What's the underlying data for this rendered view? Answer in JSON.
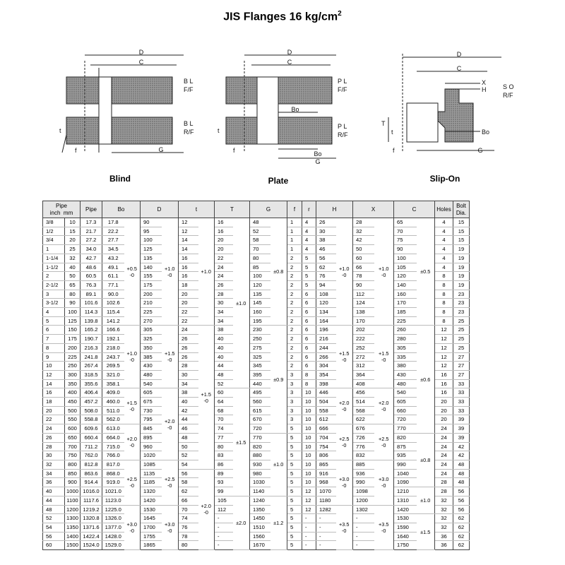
{
  "title": "JIS Flanges 16 kg/cm",
  "title_sup": "2",
  "drawings": {
    "blind": {
      "caption": "Blind",
      "dim_d": "D",
      "dim_c": "C",
      "dim_g": "G",
      "dim_t": "t",
      "dim_f": "f",
      "label_top": [
        "B L",
        "F/F"
      ],
      "label_bottom": [
        "B L",
        "R/F"
      ]
    },
    "plate": {
      "caption": "Plate",
      "dim_d": "D",
      "dim_c": "C",
      "dim_g": "G",
      "dim_bo": "Bo",
      "dim_t": "t",
      "dim_f": "f",
      "label_top": [
        "P L",
        "F/F"
      ],
      "label_bottom": [
        "P L",
        "R/F"
      ]
    },
    "slipon": {
      "caption": "Slip-On",
      "dim_d": "D",
      "dim_c": "C",
      "dim_g": "G",
      "dim_bo": "Bo",
      "dim_x": "X",
      "dim_h": "H",
      "dim_t": "T",
      "dim_t2": "t",
      "dim_f": "f",
      "label": [
        "S O",
        "R/F"
      ]
    }
  },
  "table": {
    "headers": {
      "pipe": "Pipe",
      "inch": "inch",
      "mm": "mm",
      "pipe_od": "Pipe",
      "bo": "Bo",
      "d": "D",
      "t": "t",
      "T": "T",
      "g": "G",
      "f": "f",
      "r": "r",
      "h": "H",
      "x": "X",
      "c": "C",
      "holes": "Holes",
      "bolt": [
        "Bolt",
        "Dia."
      ]
    },
    "rows": [
      [
        "3/8",
        "10",
        "17.3",
        "17.8",
        "90",
        "12",
        "16",
        "48",
        "1",
        "4",
        "26",
        "28",
        "65",
        "4",
        "15"
      ],
      [
        "1/2",
        "15",
        "21.7",
        "22.2",
        "95",
        "12",
        "16",
        "52",
        "1",
        "4",
        "30",
        "32",
        "70",
        "4",
        "15"
      ],
      [
        "3/4",
        "20",
        "27.2",
        "27.7",
        "100",
        "14",
        "20",
        "58",
        "1",
        "4",
        "38",
        "42",
        "75",
        "4",
        "15"
      ],
      [
        "1",
        "25",
        "34.0",
        "34.5",
        "125",
        "14",
        "20",
        "70",
        "1",
        "4",
        "46",
        "50",
        "90",
        "4",
        "19"
      ],
      [
        "1-1/4",
        "32",
        "42.7",
        "43.2",
        "135",
        "16",
        "22",
        "80",
        "2",
        "5",
        "56",
        "60",
        "100",
        "4",
        "19"
      ],
      [
        "1-1/2",
        "40",
        "48.6",
        "49.1",
        "140",
        "16",
        "24",
        "85",
        "2",
        "5",
        "62",
        "66",
        "105",
        "4",
        "19"
      ],
      [
        "2",
        "50",
        "60.5",
        "61.1",
        "155",
        "16",
        "24",
        "100",
        "2",
        "5",
        "76",
        "78",
        "120",
        "8",
        "19"
      ],
      [
        "2-1/2",
        "65",
        "76.3",
        "77.1",
        "175",
        "18",
        "26",
        "120",
        "2",
        "5",
        "94",
        "90",
        "140",
        "8",
        "19"
      ],
      [
        "3",
        "80",
        "89.1",
        "90.0",
        "200",
        "20",
        "28",
        "135",
        "2",
        "6",
        "108",
        "112",
        "160",
        "8",
        "23"
      ],
      [
        "3-1/2",
        "90",
        "101.6",
        "102.6",
        "210",
        "20",
        "30",
        "145",
        "2",
        "6",
        "120",
        "124",
        "170",
        "8",
        "23"
      ],
      [
        "4",
        "100",
        "114.3",
        "115.4",
        "225",
        "22",
        "34",
        "160",
        "2",
        "6",
        "134",
        "138",
        "185",
        "8",
        "23"
      ],
      [
        "5",
        "125",
        "139.8",
        "141.2",
        "270",
        "22",
        "34",
        "195",
        "2",
        "6",
        "164",
        "170",
        "225",
        "8",
        "25"
      ],
      [
        "6",
        "150",
        "165.2",
        "166.6",
        "305",
        "24",
        "38",
        "230",
        "2",
        "6",
        "196",
        "202",
        "260",
        "12",
        "25"
      ],
      [
        "7",
        "175",
        "190.7",
        "192.1",
        "325",
        "26",
        "40",
        "250",
        "2",
        "6",
        "216",
        "222",
        "280",
        "12",
        "25"
      ],
      [
        "8",
        "200",
        "216.3",
        "218.0",
        "350",
        "26",
        "40",
        "275",
        "2",
        "6",
        "244",
        "252",
        "305",
        "12",
        "25"
      ],
      [
        "9",
        "225",
        "241.8",
        "243.7",
        "385",
        "26",
        "40",
        "325",
        "2",
        "6",
        "266",
        "272",
        "335",
        "12",
        "27"
      ],
      [
        "10",
        "250",
        "267.4",
        "269.5",
        "430",
        "28",
        "44",
        "345",
        "2",
        "6",
        "304",
        "312",
        "380",
        "12",
        "27"
      ],
      [
        "12",
        "300",
        "318.5",
        "321.0",
        "480",
        "30",
        "48",
        "395",
        "3",
        "8",
        "354",
        "364",
        "430",
        "16",
        "27"
      ],
      [
        "14",
        "350",
        "355.6",
        "358.1",
        "540",
        "34",
        "52",
        "440",
        "3",
        "8",
        "398",
        "408",
        "480",
        "16",
        "33"
      ],
      [
        "16",
        "400",
        "406.4",
        "409.0",
        "605",
        "38",
        "60",
        "495",
        "3",
        "10",
        "446",
        "456",
        "540",
        "16",
        "33"
      ],
      [
        "18",
        "450",
        "457.2",
        "460.0",
        "675",
        "40",
        "64",
        "560",
        "3",
        "10",
        "504",
        "514",
        "605",
        "20",
        "33"
      ],
      [
        "20",
        "500",
        "508.0",
        "511.0",
        "730",
        "42",
        "68",
        "615",
        "3",
        "10",
        "558",
        "568",
        "660",
        "20",
        "33"
      ],
      [
        "22",
        "550",
        "558.8",
        "562.0",
        "795",
        "44",
        "70",
        "670",
        "3",
        "10",
        "612",
        "622",
        "720",
        "20",
        "39"
      ],
      [
        "24",
        "600",
        "609.6",
        "613.0",
        "845",
        "46",
        "74",
        "720",
        "5",
        "10",
        "666",
        "676",
        "770",
        "24",
        "39"
      ],
      [
        "26",
        "650",
        "660.4",
        "664.0",
        "895",
        "48",
        "77",
        "770",
        "5",
        "10",
        "704",
        "726",
        "820",
        "24",
        "39"
      ],
      [
        "28",
        "700",
        "711.2",
        "715.0",
        "960",
        "50",
        "80",
        "820",
        "5",
        "10",
        "754",
        "776",
        "875",
        "24",
        "42"
      ],
      [
        "30",
        "750",
        "762.0",
        "766.0",
        "1020",
        "52",
        "83",
        "880",
        "5",
        "10",
        "806",
        "832",
        "935",
        "24",
        "42"
      ],
      [
        "32",
        "800",
        "812.8",
        "817.0",
        "1085",
        "54",
        "86",
        "930",
        "5",
        "10",
        "865",
        "885",
        "990",
        "24",
        "48"
      ],
      [
        "34",
        "850",
        "863.6",
        "868.0",
        "1135",
        "56",
        "89",
        "980",
        "5",
        "10",
        "916",
        "936",
        "1040",
        "24",
        "48"
      ],
      [
        "36",
        "900",
        "914.4",
        "919.0",
        "1185",
        "58",
        "93",
        "1030",
        "5",
        "10",
        "968",
        "990",
        "1090",
        "28",
        "48"
      ],
      [
        "40",
        "1000",
        "1016.0",
        "1021.0",
        "1320",
        "62",
        "99",
        "1140",
        "5",
        "12",
        "1070",
        "1098",
        "1210",
        "28",
        "56"
      ],
      [
        "44",
        "1100",
        "1117.6",
        "1123.0",
        "1420",
        "66",
        "105",
        "1240",
        "5",
        "12",
        "1180",
        "1200",
        "1310",
        "32",
        "56"
      ],
      [
        "48",
        "1200",
        "1219.2",
        "1225.0",
        "1530",
        "70",
        "112",
        "1350",
        "5",
        "12",
        "1282",
        "1302",
        "1420",
        "32",
        "56"
      ],
      [
        "52",
        "1300",
        "1320.8",
        "1326.0",
        "1645",
        "74",
        "-",
        "1450",
        "5",
        "-",
        "-",
        "-",
        "1530",
        "32",
        "62"
      ],
      [
        "54",
        "1350",
        "1371.6",
        "1377.0",
        "1700",
        "76",
        "-",
        "1510",
        "5",
        "-",
        "-",
        "-",
        "1590",
        "32",
        "62"
      ],
      [
        "56",
        "1400",
        "1422.4",
        "1428.0",
        "1755",
        "78",
        "-",
        "1560",
        "5",
        "-",
        "-",
        "-",
        "1640",
        "36",
        "62"
      ],
      [
        "60",
        "1500",
        "1524.0",
        "1529.0",
        "1865",
        "80",
        "-",
        "1670",
        "5",
        "-",
        "-",
        "-",
        "1750",
        "36",
        "62"
      ]
    ],
    "tolerances": {
      "bo": [
        {
          "start": 0,
          "span": 12,
          "text": [
            "+0.5",
            "-0"
          ]
        },
        {
          "start": 12,
          "span": 7,
          "text": [
            "+1.0",
            "-0"
          ]
        },
        {
          "start": 19,
          "span": 4,
          "text": [
            "+1.5",
            "-0"
          ]
        },
        {
          "start": 23,
          "span": 4,
          "text": [
            "+2.0",
            "-0"
          ]
        },
        {
          "start": 27,
          "span": 5,
          "text": [
            "+2.5",
            "-0"
          ]
        },
        {
          "start": 32,
          "span": 5,
          "text": [
            "+3.0",
            "-0"
          ]
        }
      ],
      "d": [
        {
          "start": 0,
          "span": 12,
          "text": [
            "+1.0",
            "-0"
          ]
        },
        {
          "start": 12,
          "span": 7,
          "text": [
            "+1.5",
            "-0"
          ]
        },
        {
          "start": 19,
          "span": 8,
          "text": [
            "+2.0",
            "-0"
          ]
        },
        {
          "start": 27,
          "span": 5,
          "text": [
            "+2.5",
            "-0"
          ]
        },
        {
          "start": 32,
          "span": 5,
          "text": [
            "+3.0",
            "-0"
          ]
        }
      ],
      "t": [
        {
          "start": 0,
          "span": 12,
          "text": [
            "+1.0"
          ]
        },
        {
          "start": 12,
          "span": 16,
          "text": [
            "+1.5",
            "-0"
          ]
        },
        {
          "start": 28,
          "span": 9,
          "text": [
            "+2.0",
            "-0"
          ]
        }
      ],
      "T": [
        {
          "start": 0,
          "span": 19,
          "text": [
            "±1.0"
          ]
        },
        {
          "start": 19,
          "span": 12,
          "text": [
            "±1.5"
          ]
        },
        {
          "start": 31,
          "span": 6,
          "text": [
            "±2.0"
          ]
        }
      ],
      "g": [
        {
          "start": 0,
          "span": 12,
          "text": [
            "±0.8"
          ]
        },
        {
          "start": 12,
          "span": 12,
          "text": [
            "±0.9"
          ]
        },
        {
          "start": 24,
          "span": 7,
          "text": [
            "±1.0"
          ]
        },
        {
          "start": 31,
          "span": 6,
          "text": [
            "±1.2"
          ]
        }
      ],
      "h": [
        {
          "start": 0,
          "span": 12,
          "text": [
            "+1.0",
            "-0"
          ]
        },
        {
          "start": 12,
          "span": 7,
          "text": [
            "+1.5",
            "-0"
          ]
        },
        {
          "start": 19,
          "span": 4,
          "text": [
            "+2.0",
            "-0"
          ]
        },
        {
          "start": 23,
          "span": 4,
          "text": [
            "+2.5",
            "-0"
          ]
        },
        {
          "start": 27,
          "span": 5,
          "text": [
            "+3.0",
            "-0"
          ]
        },
        {
          "start": 32,
          "span": 5,
          "text": [
            "+3.5",
            "-0"
          ]
        }
      ],
      "x": [
        {
          "start": 0,
          "span": 12,
          "text": [
            "+1.0",
            "-0"
          ]
        },
        {
          "start": 12,
          "span": 7,
          "text": [
            "+1.5",
            "-0"
          ]
        },
        {
          "start": 19,
          "span": 4,
          "text": [
            "+2.0",
            "-0"
          ]
        },
        {
          "start": 23,
          "span": 4,
          "text": [
            "+2.5",
            "-0"
          ]
        },
        {
          "start": 27,
          "span": 5,
          "text": [
            "+3.0",
            "-0"
          ]
        },
        {
          "start": 32,
          "span": 5,
          "text": [
            "+3.5",
            "-0"
          ]
        }
      ],
      "c": [
        {
          "start": 0,
          "span": 12,
          "text": [
            "±0.5"
          ]
        },
        {
          "start": 12,
          "span": 12,
          "text": [
            "±0.6"
          ]
        },
        {
          "start": 24,
          "span": 6,
          "text": [
            "±0.8"
          ]
        },
        {
          "start": 30,
          "span": 3,
          "text": [
            "±1.0"
          ]
        },
        {
          "start": 33,
          "span": 4,
          "text": [
            "±1.5"
          ]
        }
      ]
    }
  }
}
